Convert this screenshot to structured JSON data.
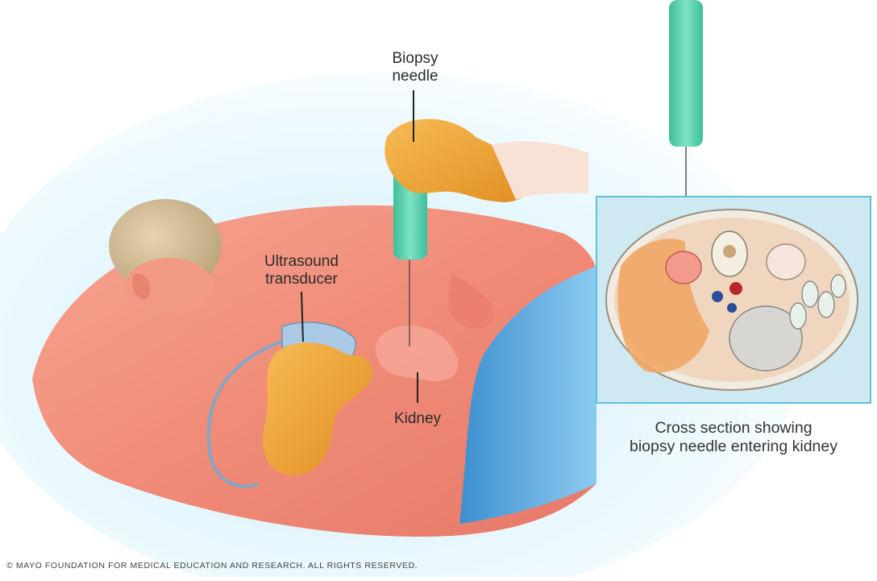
{
  "labels": {
    "biopsy_needle": [
      "Biopsy",
      "needle"
    ],
    "ultrasound_transducer": [
      "Ultrasound",
      "transducer"
    ],
    "kidney": "Kidney"
  },
  "inset_caption": [
    "Cross section showing",
    "biopsy needle entering kidney"
  ],
  "copyright": "© MAYO FOUNDATION FOR MEDICAL EDUCATION AND RESEARCH. ALL RIGHTS RESERVED.",
  "colors": {
    "skin": "#f28a78",
    "needle_handle": "#5fd3b0",
    "glove": "#f2a83a",
    "drape": "#5aa8e0",
    "inset_border": "#5cc0d8"
  }
}
